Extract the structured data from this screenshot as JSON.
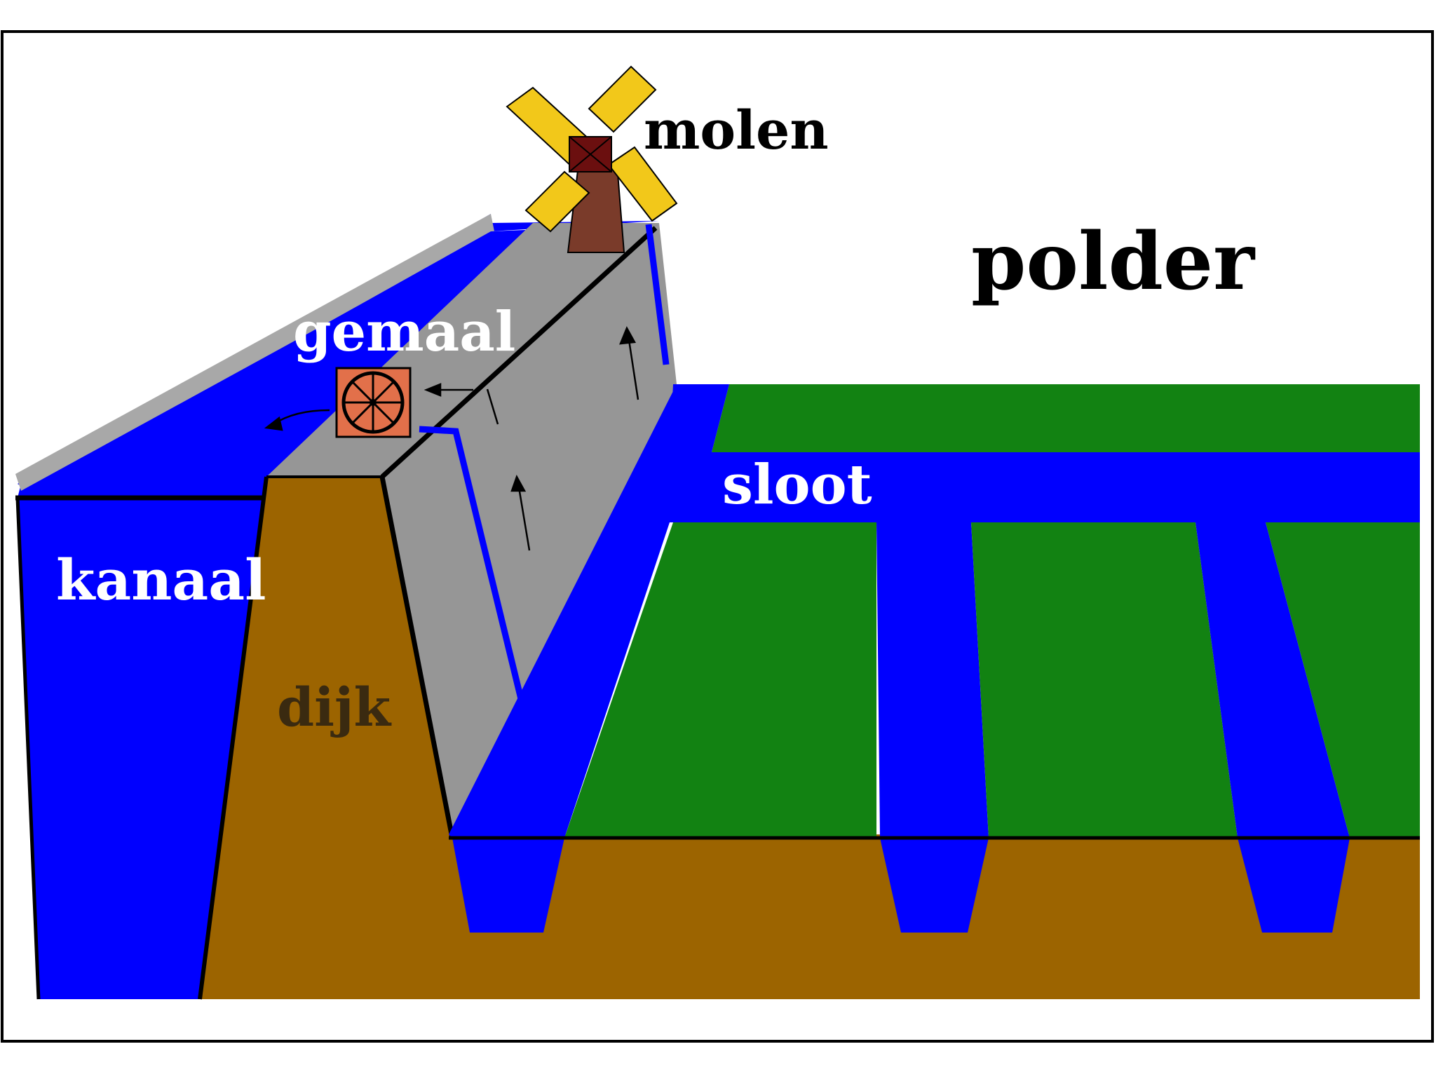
{
  "labels": {
    "molen": "molen",
    "polder": "polder",
    "gemaal": "gemaal",
    "sloot": "sloot",
    "kanaal": "kanaal",
    "dijk": "dijk"
  },
  "colors": {
    "water": "#0000ff",
    "grass": "#128212",
    "soil": "#9c6400",
    "dike_face": "#969696",
    "pump_box": "#e2704a",
    "windmill_body": "#7a3b2a",
    "windmill_cap": "#6b0f0f",
    "windmill_sails": "#f2c81a",
    "outline": "#000000",
    "label_dark": "#000000",
    "label_light": "#ffffff"
  },
  "icons": {
    "pump": "pump-wheel-icon",
    "windmill": "windmill-icon",
    "flow_arrow": "flow-arrow-icon"
  }
}
